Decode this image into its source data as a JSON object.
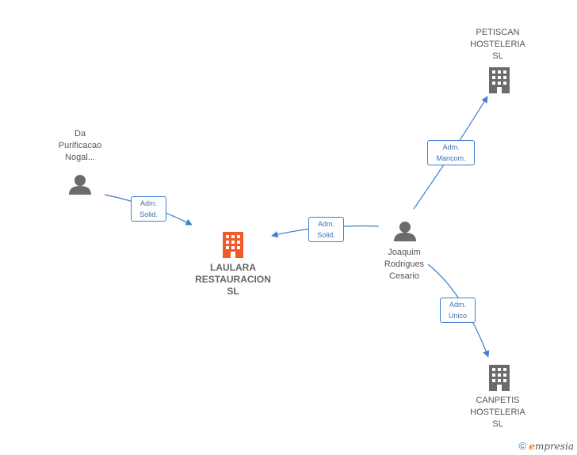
{
  "nodes": {
    "da_purificacao": {
      "lines": [
        "Da",
        "Purificacao",
        "Nogal..."
      ],
      "type": "person"
    },
    "laulara": {
      "lines": [
        "LAULARA",
        "RESTAURACION",
        "SL"
      ],
      "type": "company",
      "focus": true
    },
    "joaquim": {
      "lines": [
        "Joaquim",
        "Rodrigues",
        "Cesario"
      ],
      "type": "person"
    },
    "petiscan": {
      "lines": [
        "PETISCAN",
        "HOSTELERIA",
        "SL"
      ],
      "type": "company"
    },
    "canpetis": {
      "lines": [
        "CANPETIS",
        "HOSTELERIA",
        "SL"
      ],
      "type": "company"
    }
  },
  "edges": {
    "e1": {
      "lines": [
        "Adm.",
        "Solid."
      ]
    },
    "e2": {
      "lines": [
        "Adm.",
        "Solid."
      ]
    },
    "e3": {
      "lines": [
        "Adm.",
        "Mancom."
      ]
    },
    "e4": {
      "lines": [
        "Adm.",
        "Unico"
      ]
    }
  },
  "colors": {
    "edge": "#3d7fd0",
    "person": "#6b6b6b",
    "company": "#6b6b6b",
    "focus_company": "#f05a28"
  },
  "footer": {
    "copyright": "©",
    "brand_e": "e",
    "brand_rest": "mpresia"
  }
}
